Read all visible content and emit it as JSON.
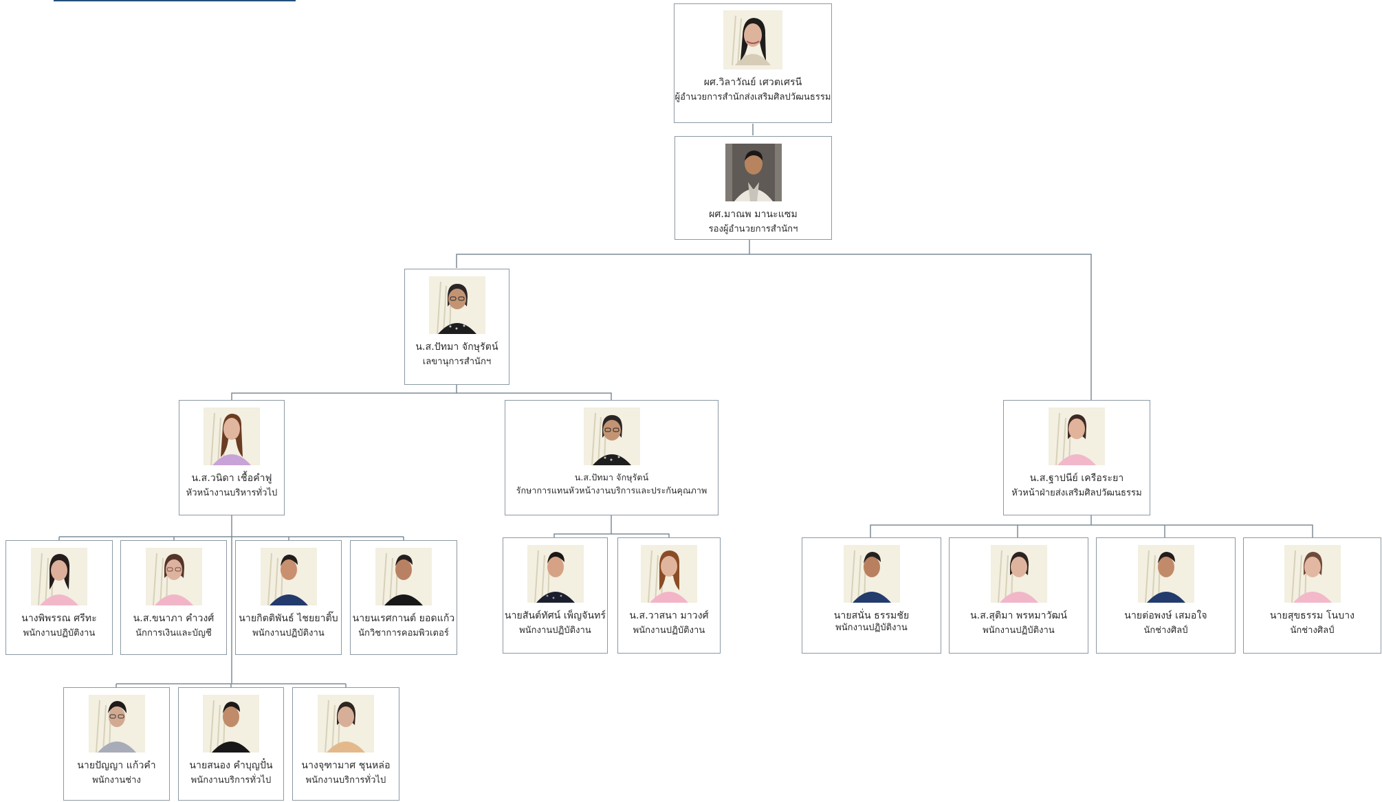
{
  "org_chart": {
    "nodes": {
      "director": {
        "name": "ผศ.วิลาวัณย์ เศวตเศรนี",
        "title": "ผู้อำนวยการสำนักส่งเสริมศิลปวัฒนธรรม",
        "photo_icon": "female-director-portrait-icon"
      },
      "deputy": {
        "name": "ผศ.มาณพ มานะแซม",
        "title": "รองผู้อำนวยการสำนักฯ",
        "photo_icon": "male-deputy-portrait-icon"
      },
      "secretary": {
        "name": "น.ส.ปัทมา จักษุรัตน์",
        "title": "เลขานุการสำนักฯ",
        "photo_icon": "female-secretary-portrait-icon"
      },
      "general_admin_head": {
        "name": "น.ส.วนิดา เชื้อคำฟู",
        "title": "หัวหน้างานบริหารทั่วไป",
        "photo_icon": "female-admin-head-portrait-icon"
      },
      "service_quality_acting": {
        "name": "น.ส.ปัทมา จักษุรัตน์",
        "title": "รักษาการแทนหัวหน้างานบริการและประกันคุณภาพ",
        "photo_icon": "female-service-quality-portrait-icon"
      },
      "culture_promotion_head": {
        "name": "น.ส.ฐาปนีย์ เครือระยา",
        "title": "หัวหน้าฝ่ายส่งเสริมศิลปวัฒนธรรม",
        "photo_icon": "female-culture-head-portrait-icon"
      },
      "staff_1": {
        "name": "นางพิพรรณ ศรีทะ",
        "title": "พนักงานปฏิบัติงาน",
        "photo_icon": "female-staff-portrait-icon"
      },
      "staff_2": {
        "name": "น.ส.ขนาภา คำวงศ์",
        "title": "นักการเงินและบัญชี",
        "photo_icon": "female-finance-portrait-icon"
      },
      "staff_3": {
        "name": "นายกิตติพันธ์ ไชยยาติ๊บ",
        "title": "พนักงานปฏิบัติงาน",
        "photo_icon": "male-staff-portrait-icon"
      },
      "staff_4": {
        "name": "นายนเรศกานต์ ยอดแก้ว",
        "title": "นักวิชาการคอมพิวเตอร์",
        "photo_icon": "male-computer-officer-portrait-icon"
      },
      "staff_5": {
        "name": "นายสันต์ทัศน์ เพ็ญจันทร์",
        "title": "พนักงานปฏิบัติงาน",
        "photo_icon": "male-service-staff-portrait-icon"
      },
      "staff_6": {
        "name": "น.ส.วาสนา มาวงศ์",
        "title": "พนักงานปฏิบัติงาน",
        "photo_icon": "female-service-staff-portrait-icon"
      },
      "staff_7": {
        "name": "นายสนั่น ธรรมชัย",
        "title": "พนักงานปฏิบัติงาน",
        "photo_icon": "male-culture-staff-portrait-icon"
      },
      "staff_8": {
        "name": "น.ส.สุติมา พรหมาวัฒน์",
        "title": "พนักงานปฏิบัติงาน",
        "photo_icon": "female-culture-staff-portrait-icon"
      },
      "staff_9": {
        "name": "นายต่อพงษ์ เสมอใจ",
        "title": "นักช่างศิลป์",
        "photo_icon": "male-artisan-portrait-icon"
      },
      "staff_10": {
        "name": "นายสุขธรรม โนบาง",
        "title": "นักช่างศิลป์",
        "photo_icon": "female-artisan-portrait-icon"
      },
      "staff_11": {
        "name": "นายปัญญา แก้วคำ",
        "title": "พนักงานช่าง",
        "photo_icon": "male-technician-portrait-icon"
      },
      "staff_12": {
        "name": "นายสนอง คำบุญปั๋น",
        "title": "พนักงานบริการทั่วไป",
        "photo_icon": "male-general-service-portrait-icon"
      },
      "staff_13": {
        "name": "นางจุฑามาศ ชุนหล่อ",
        "title": "พนักงานบริการทั่วไป",
        "photo_icon": "female-general-service-portrait-icon"
      }
    }
  },
  "colors": {
    "border": "#8a98a3",
    "connector": "#7d8b96",
    "accent_bar": "#234f7a",
    "photo_bg": "#f3efe1",
    "bamboo": "#d7d1b8"
  }
}
